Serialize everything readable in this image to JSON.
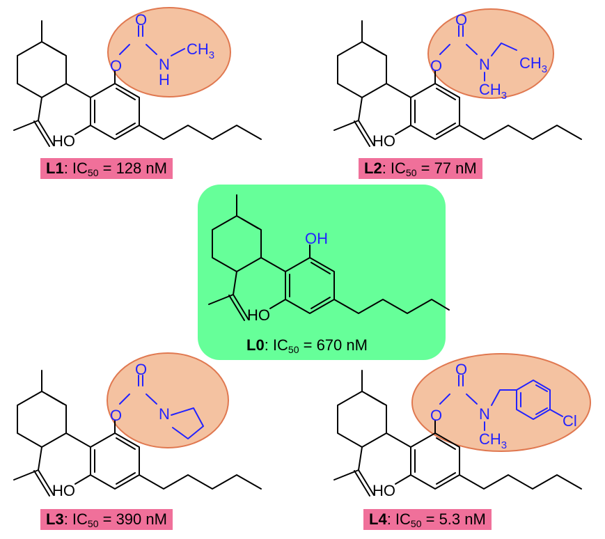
{
  "colors": {
    "label_pink": "#f0709a",
    "center_green": "#66ff99",
    "ellipse_peach": "#f4c2a1",
    "ellipse_border": "#e07850",
    "hetero_blue": "#2222ff",
    "bond_black": "#000000"
  },
  "compounds": {
    "L0": {
      "id": "L0",
      "ic_prefix": ": IC",
      "ic_sub": "50",
      "ic_value": " = 670 nM",
      "atoms": {
        "oh_top": "OH",
        "ho_left": "HO"
      }
    },
    "L1": {
      "id": "L1",
      "ic_prefix": ": IC",
      "ic_sub": "50",
      "ic_value": " = 128 nM",
      "atoms": {
        "ho": "HO",
        "o_carbonyl": "O",
        "o_ester": "O",
        "nh_n": "N",
        "nh_h": "H",
        "ch3": "CH",
        "ch3_sub": "3"
      }
    },
    "L2": {
      "id": "L2",
      "ic_prefix": ": IC",
      "ic_sub": "50",
      "ic_value": " = 77 nM",
      "atoms": {
        "ho": "HO",
        "o_carbonyl": "O",
        "o_ester": "O",
        "n": "N",
        "ch3_a": "CH",
        "ch3_a_sub": "3",
        "ch3_b": "CH",
        "ch3_b_sub": "3"
      }
    },
    "L3": {
      "id": "L3",
      "ic_prefix": ": IC",
      "ic_sub": "50",
      "ic_value": " = 390 nM",
      "atoms": {
        "ho": "HO",
        "o_carbonyl": "O",
        "o_ester": "O",
        "n": "N"
      }
    },
    "L4": {
      "id": "L4",
      "ic_prefix": ": IC",
      "ic_sub": "50",
      "ic_value": " = 5.3 nM",
      "atoms": {
        "ho": "HO",
        "o_carbonyl": "O",
        "o_ester": "O",
        "n": "N",
        "ch3": "CH",
        "ch3_sub": "3",
        "cl": "Cl"
      }
    }
  }
}
